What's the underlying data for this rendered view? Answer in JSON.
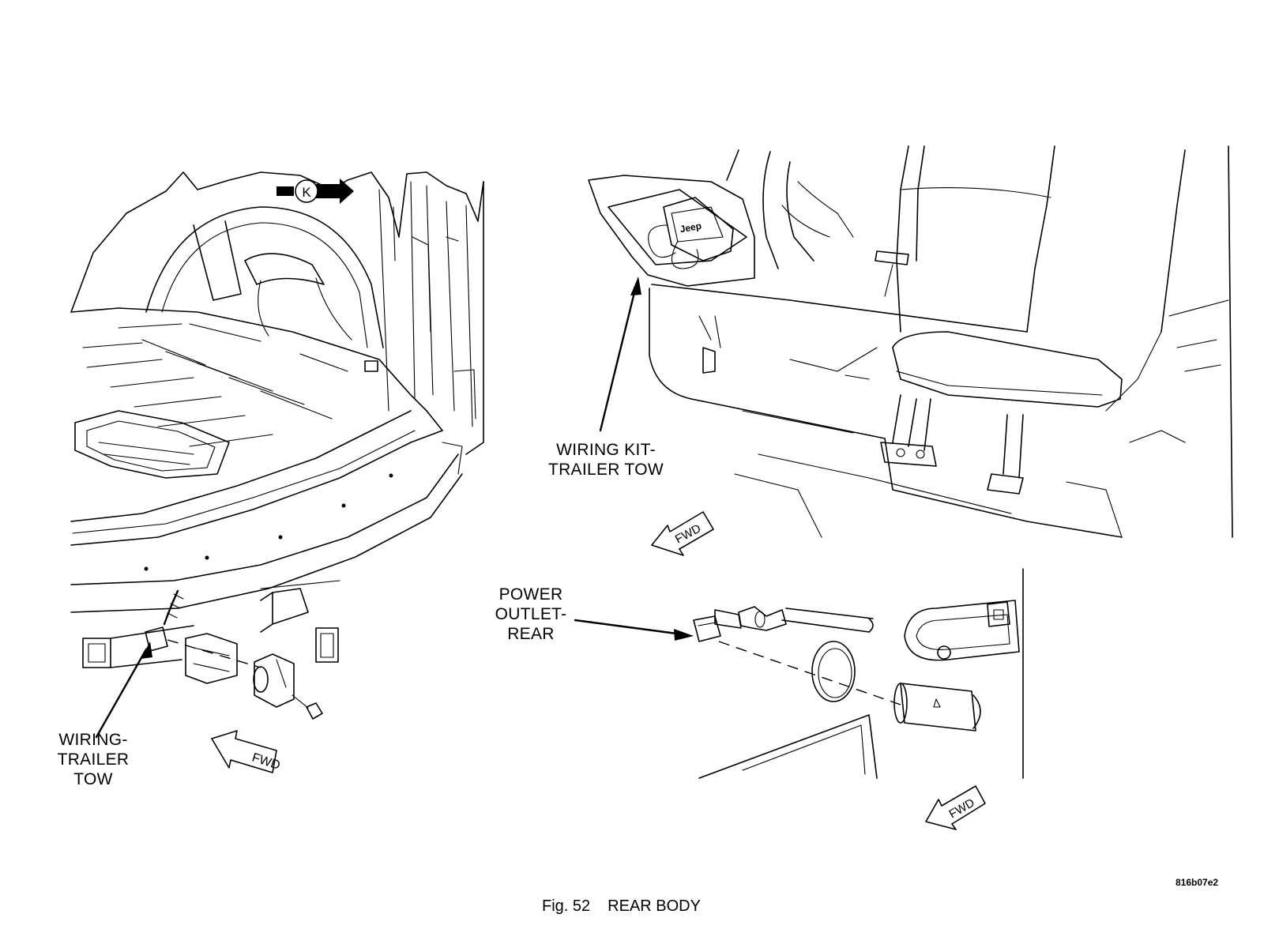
{
  "figure": {
    "caption_number": "Fig. 52",
    "caption_title": "REAR BODY",
    "code": "816b07e2"
  },
  "callouts": {
    "wiring_trailer_tow": "WIRING-\nTRAILER\nTOW",
    "wiring_kit_trailer_tow": "WIRING KIT-\nTRAILER TOW",
    "power_outlet_rear": "POWER\nOUTLET-\nREAR"
  },
  "markers": {
    "fwd_label": "FWD",
    "view_key": "K",
    "brand_badge": "Jeep"
  }
}
